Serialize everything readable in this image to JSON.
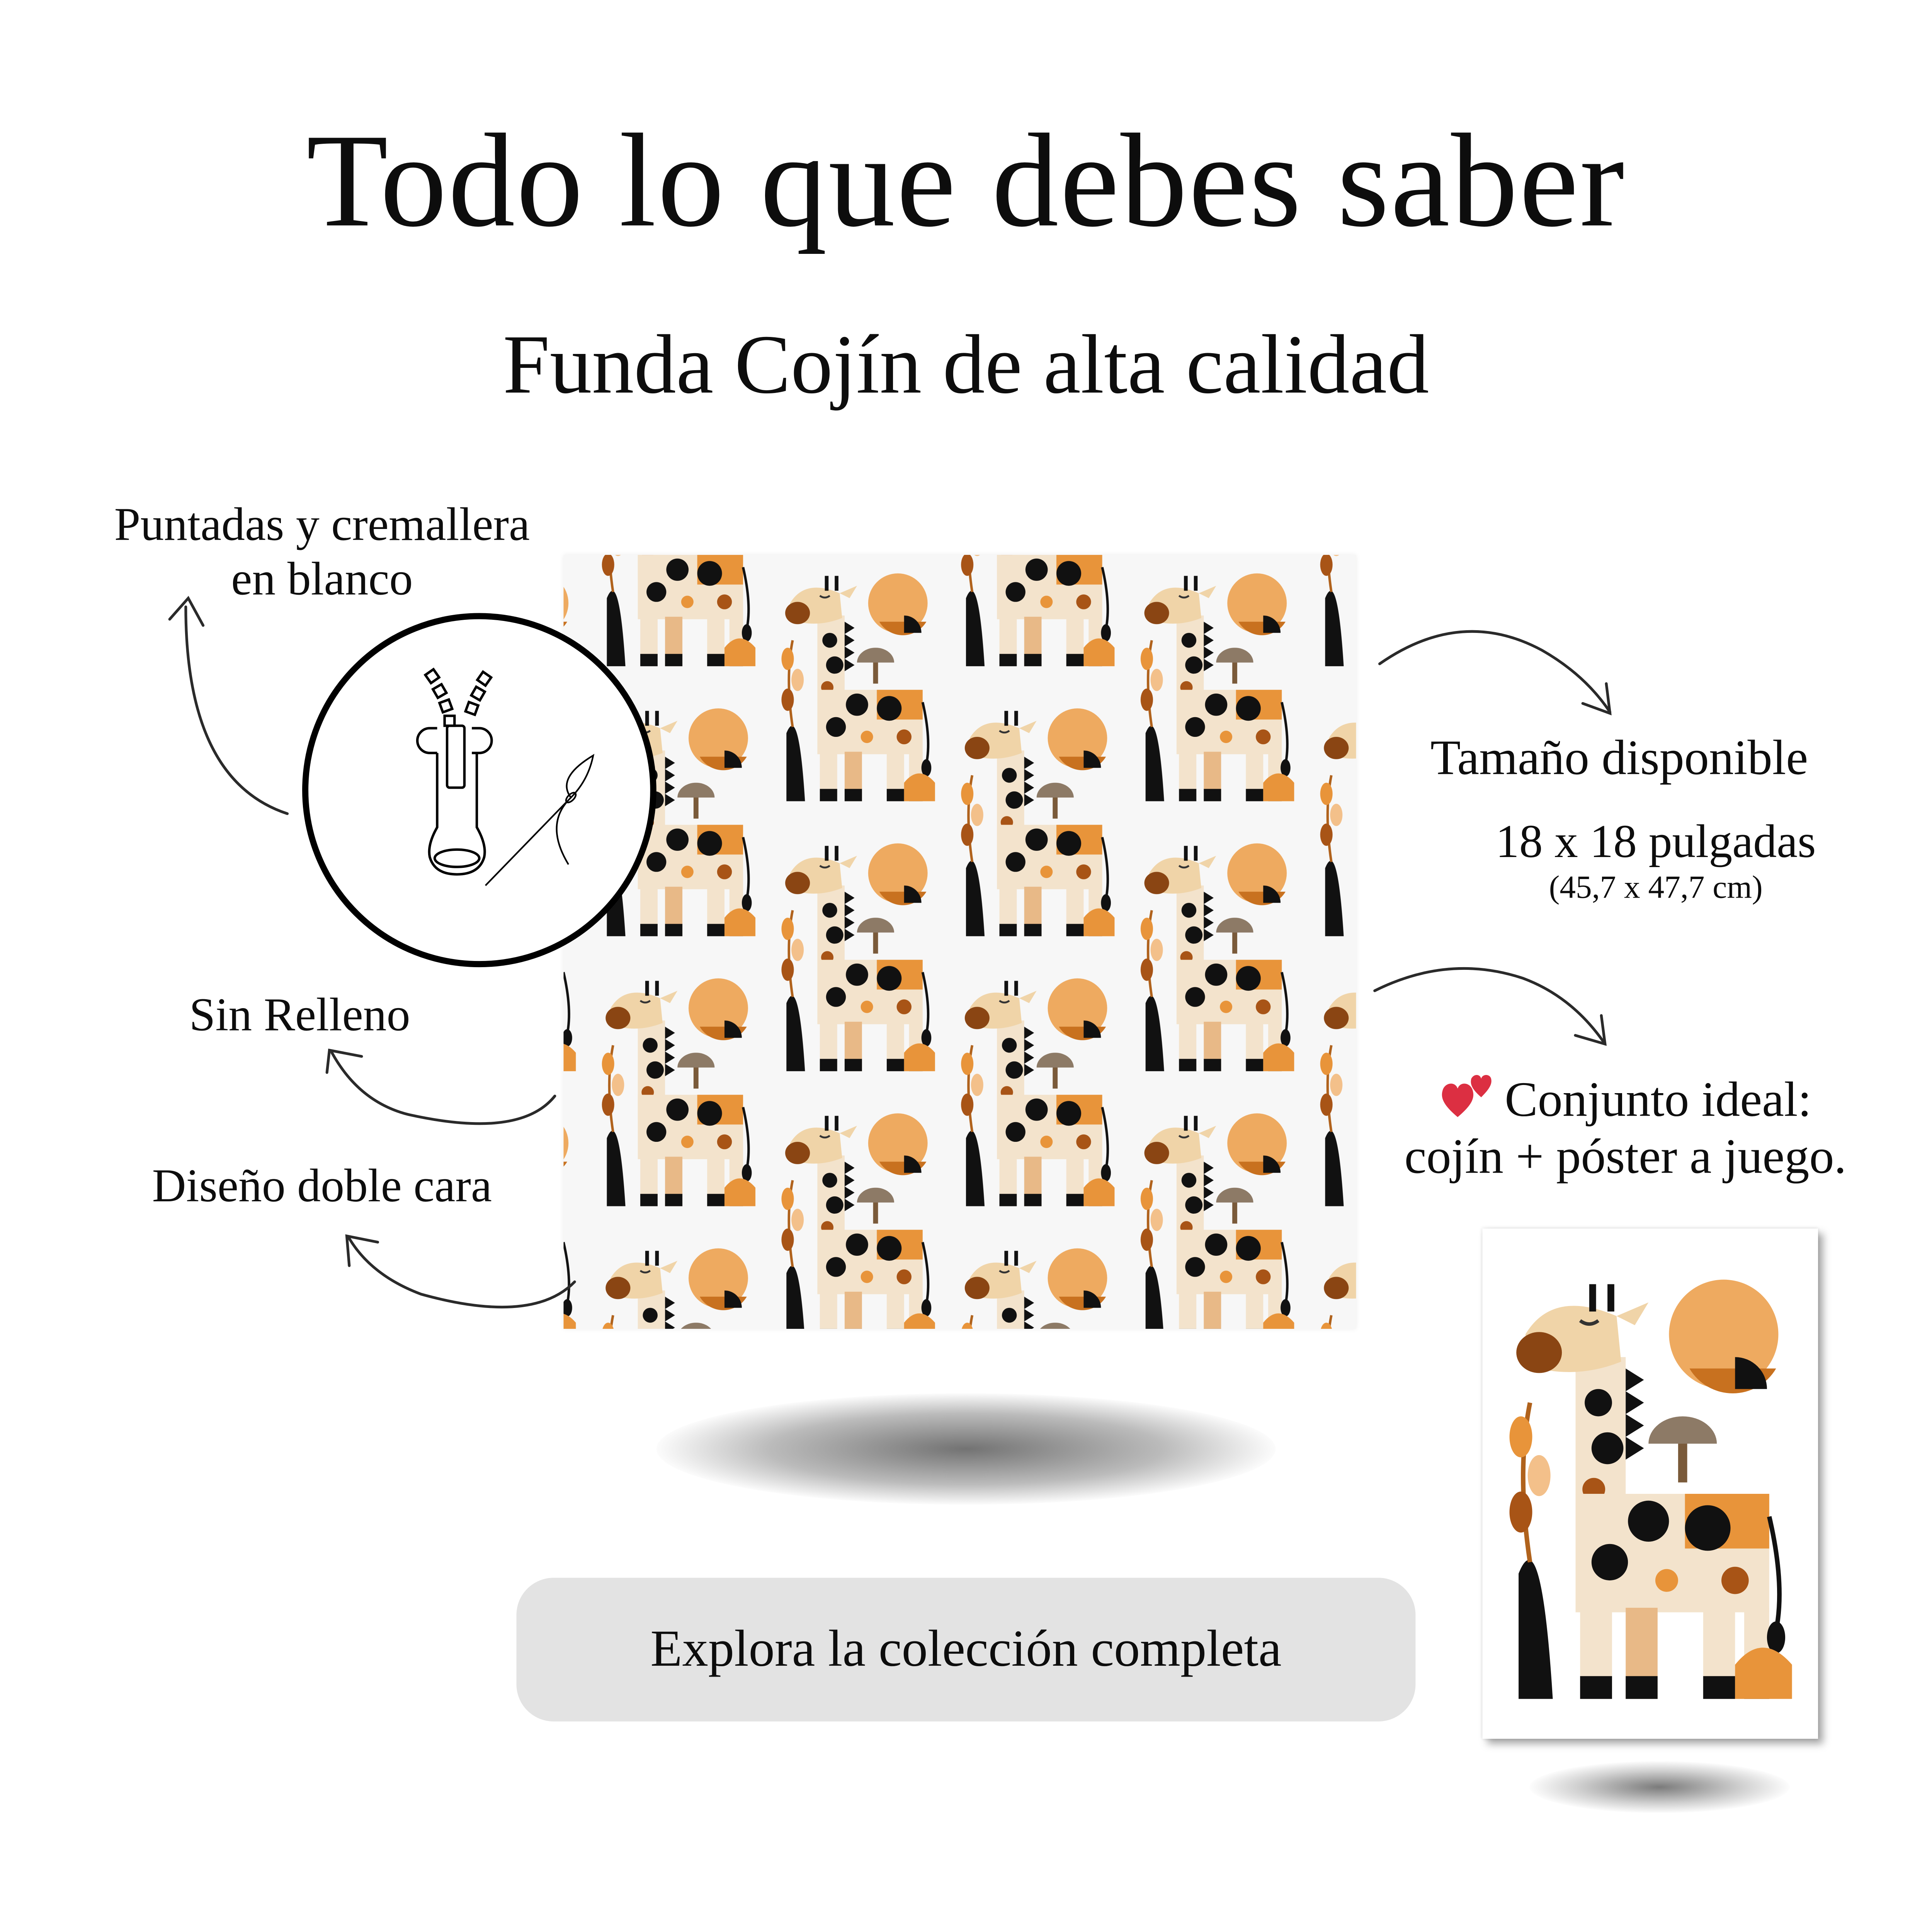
{
  "header": {
    "title": "Todo lo que debes saber",
    "subtitle": "Funda Cojín de alta calidad"
  },
  "features": {
    "stitching_line1": "Puntadas y cremallera",
    "stitching_line2": "en blanco",
    "no_filling": "Sin Relleno",
    "double_sided": "Diseño doble cara"
  },
  "size": {
    "heading": "Tamaño disponible",
    "inches": "18 x 18 pulgadas",
    "cm": "(45,7 x 47,7 cm)"
  },
  "bundle": {
    "line1": "Conjunto ideal:",
    "line2": "cojín + póster a juego.",
    "icon": "two-hearts-icon"
  },
  "cta": {
    "label": "Explora la colección completa"
  },
  "colors": {
    "button_bg": "#e3e3e3",
    "heart": "#dc2f42",
    "orange": "#e8943a",
    "sun": "#eeaa60",
    "brown": "#8a4513",
    "cream": "#f3e3cc"
  }
}
